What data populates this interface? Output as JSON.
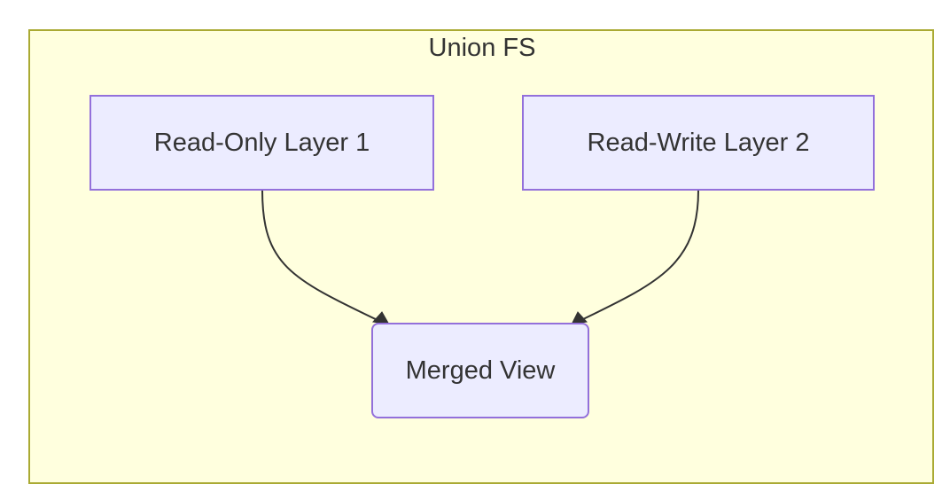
{
  "diagram": {
    "type": "flowchart",
    "subgraph": {
      "title": "Union FS"
    },
    "nodes": {
      "read_only_layer": {
        "label": "Read-Only Layer 1"
      },
      "read_write_layer": {
        "label": "Read-Write Layer 2"
      },
      "merged_view": {
        "label": "Merged View"
      }
    },
    "edges": [
      {
        "from": "read_only_layer",
        "to": "merged_view"
      },
      {
        "from": "read_write_layer",
        "to": "merged_view"
      }
    ],
    "colors": {
      "cluster_fill": "#ffffde",
      "cluster_border": "#aaaa33",
      "node_fill": "#ececff",
      "node_border": "#9370db",
      "edge": "#333333",
      "text": "#333333"
    }
  }
}
